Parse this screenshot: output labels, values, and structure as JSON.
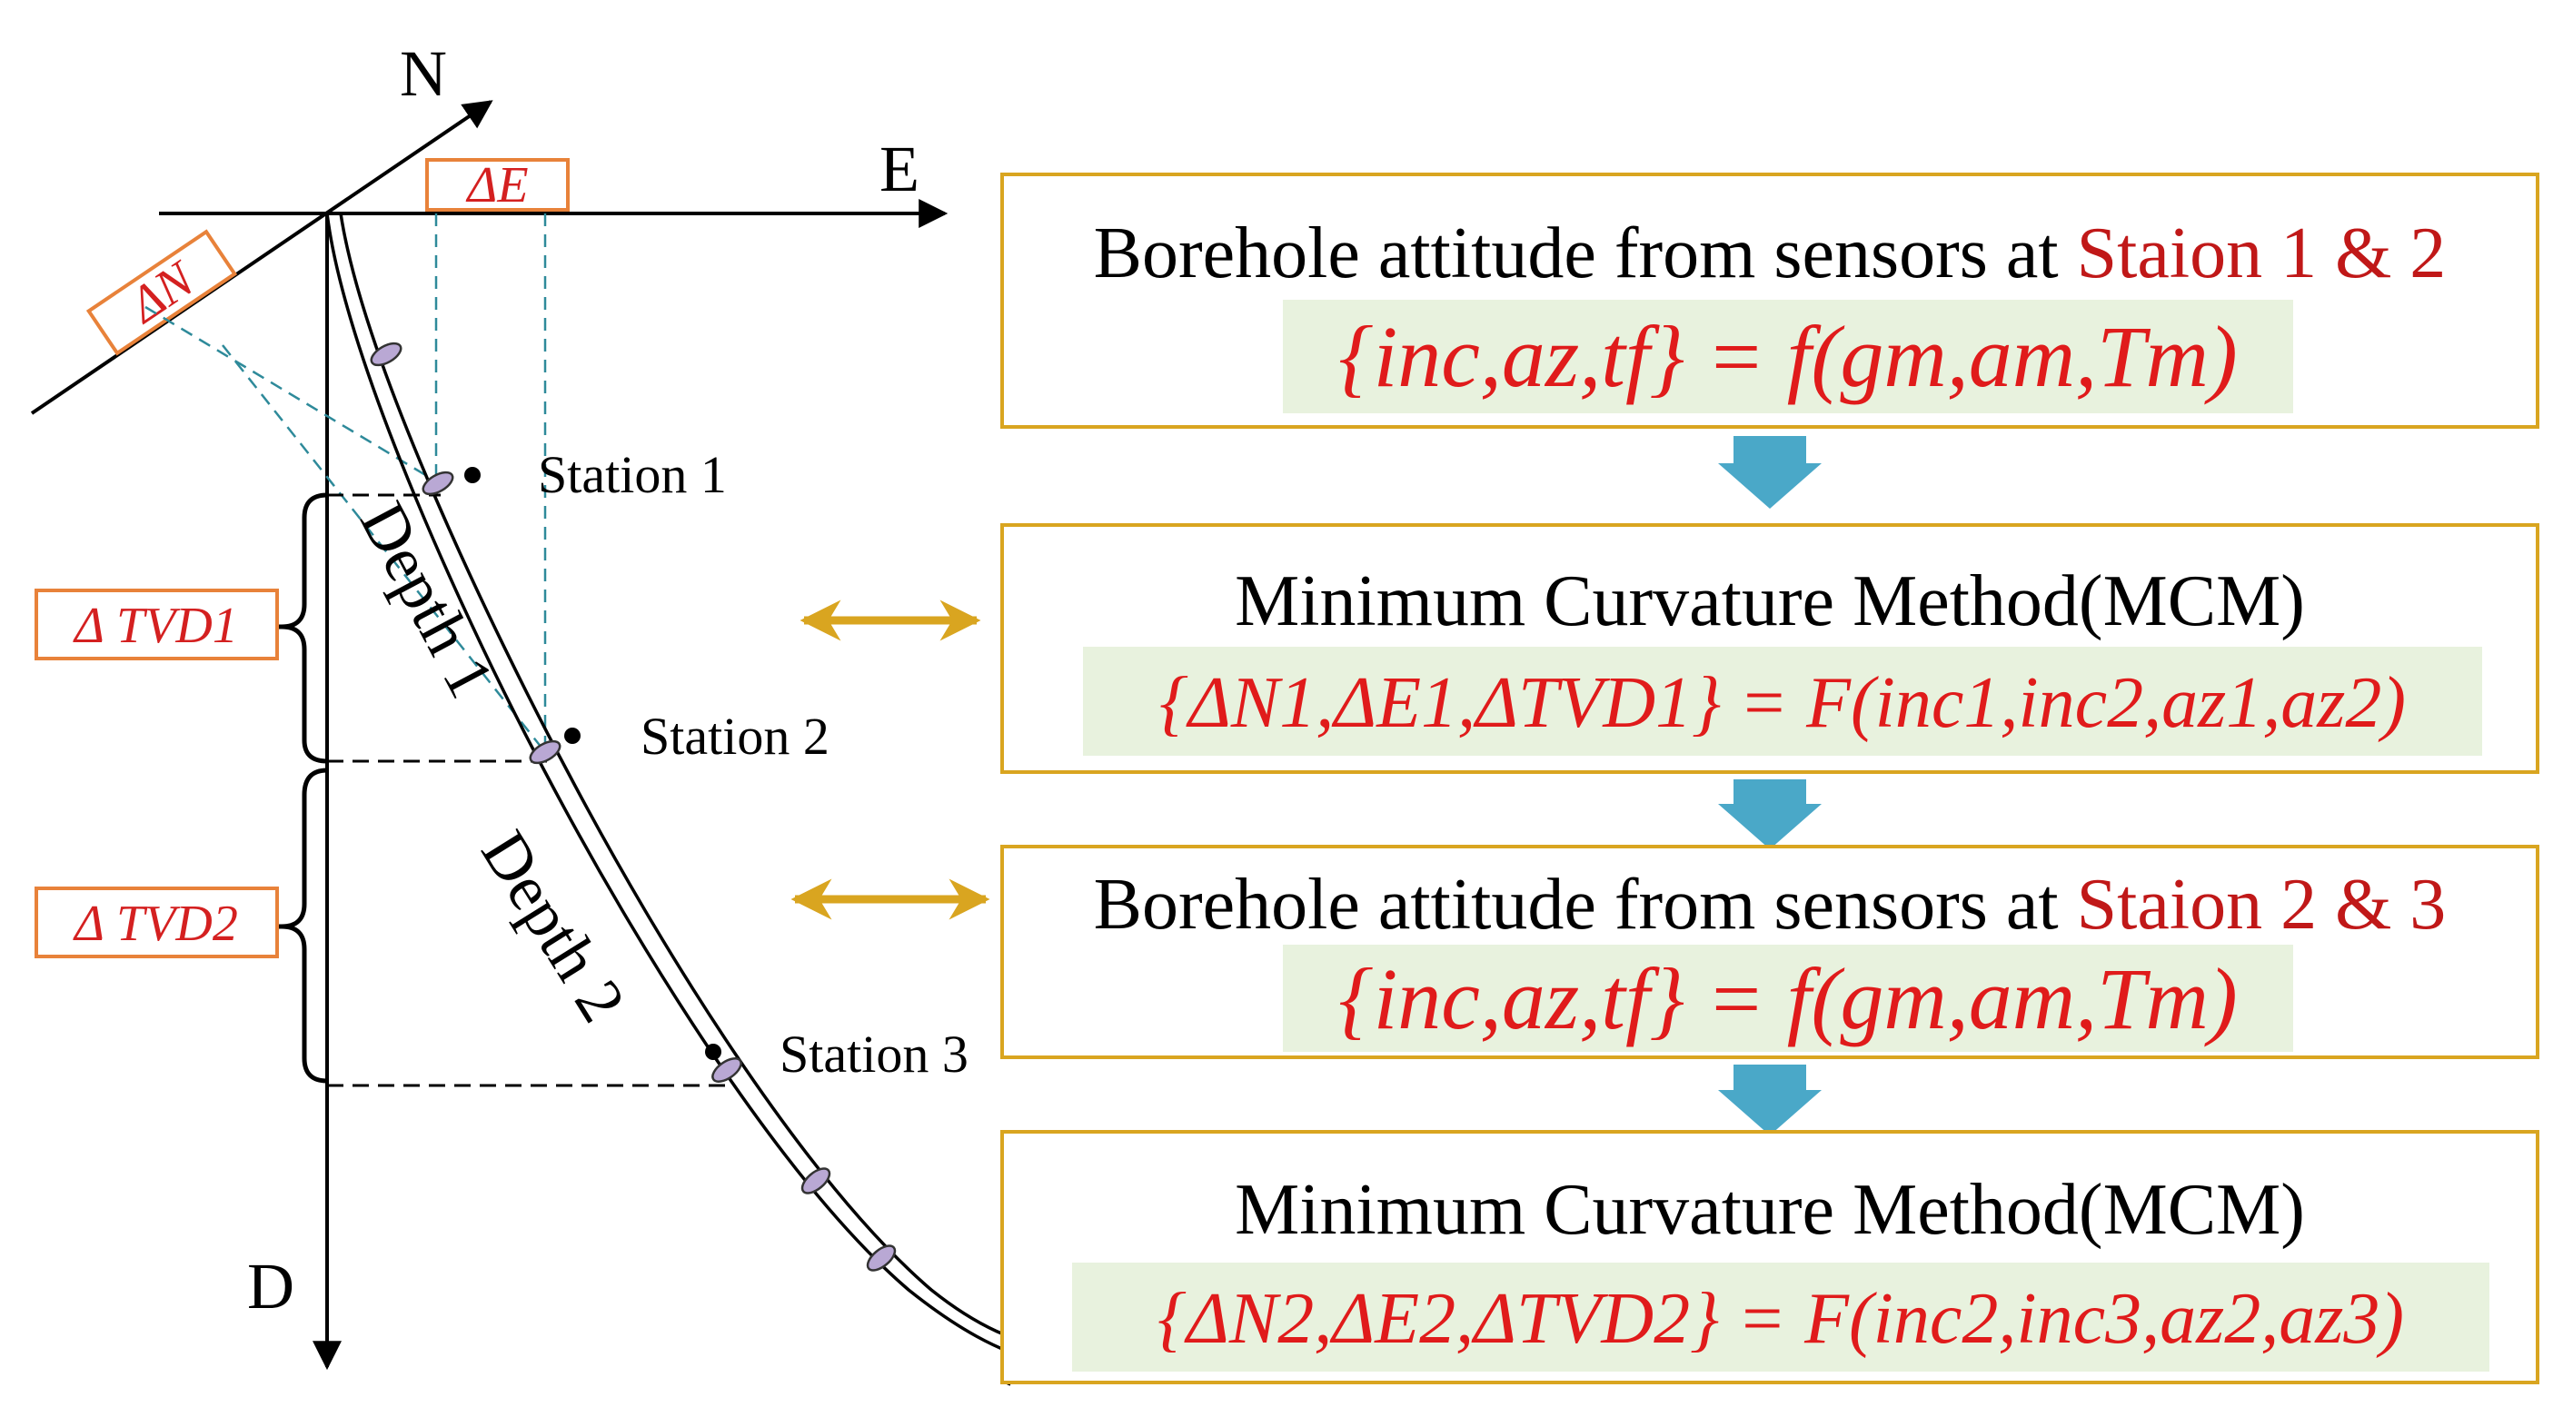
{
  "axes": {
    "north": "N",
    "east": "E",
    "down": "D"
  },
  "delta_labels": {
    "dn": "ΔN",
    "de": "ΔE",
    "tvd1": "Δ TVD1",
    "tvd2": "Δ TVD2"
  },
  "stations": [
    "Station 1",
    "Station 2",
    "Station 3"
  ],
  "depths": [
    "Depth 1",
    "Depth 2"
  ],
  "boxes": [
    {
      "title_prefix": "Borehole attitude from sensors at ",
      "title_highlight": "Staion 1 & 2",
      "formula": "{inc,az,tf} = f(gm,am,Tm)"
    },
    {
      "title": "Minimum Curvature Method(MCM)",
      "formula": "{ΔN1,ΔE1,ΔTVD1} = F(inc1,inc2,az1,az2)"
    },
    {
      "title_prefix": "Borehole attitude from sensors at ",
      "title_highlight": "Staion 2 & 3",
      "formula": "{inc,az,tf} = f(gm,am,Tm)"
    },
    {
      "title": "Minimum Curvature Method(MCM)",
      "formula": "{ΔN2,ΔE2,ΔTVD2} = F(inc2,inc3,az2,az3)"
    }
  ],
  "colors": {
    "box_border": "#d9a520",
    "formula_bg": "#e8f2de",
    "formula_text": "#e01b1b",
    "highlight_text": "#c01818",
    "label_border": "#e8823a",
    "flow_arrow": "#4aa8c8",
    "link_arrow": "#d9a520",
    "projection_line": "#2e8a9a"
  }
}
